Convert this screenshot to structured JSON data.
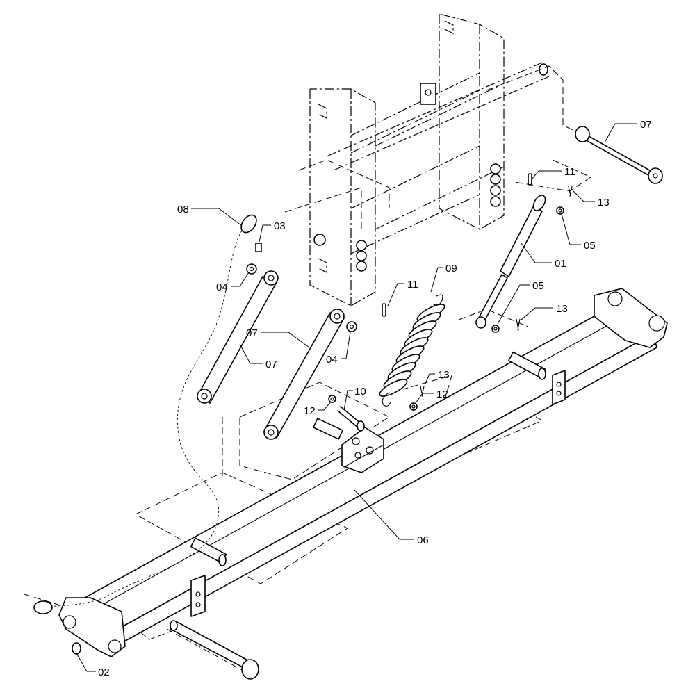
{
  "diagram": {
    "callouts": [
      {
        "id": "label-07-top",
        "text": "07"
      },
      {
        "id": "label-11-top",
        "text": "11"
      },
      {
        "id": "label-13-top",
        "text": "13"
      },
      {
        "id": "label-05-top",
        "text": "05"
      },
      {
        "id": "label-01",
        "text": "01"
      },
      {
        "id": "label-08",
        "text": "08"
      },
      {
        "id": "label-03",
        "text": "03"
      },
      {
        "id": "label-04-left",
        "text": "04"
      },
      {
        "id": "label-09",
        "text": "09"
      },
      {
        "id": "label-11-mid",
        "text": "11"
      },
      {
        "id": "label-05-mid",
        "text": "05"
      },
      {
        "id": "label-13-right",
        "text": "13"
      },
      {
        "id": "label-07-mid",
        "text": "07"
      },
      {
        "id": "label-07-left",
        "text": "07"
      },
      {
        "id": "label-04-mid",
        "text": "04"
      },
      {
        "id": "label-13-mid",
        "text": "13"
      },
      {
        "id": "label-10",
        "text": "10"
      },
      {
        "id": "label-12-left",
        "text": "12"
      },
      {
        "id": "label-12-right",
        "text": "12"
      },
      {
        "id": "label-06",
        "text": "06"
      },
      {
        "id": "label-02",
        "text": "02"
      }
    ]
  }
}
